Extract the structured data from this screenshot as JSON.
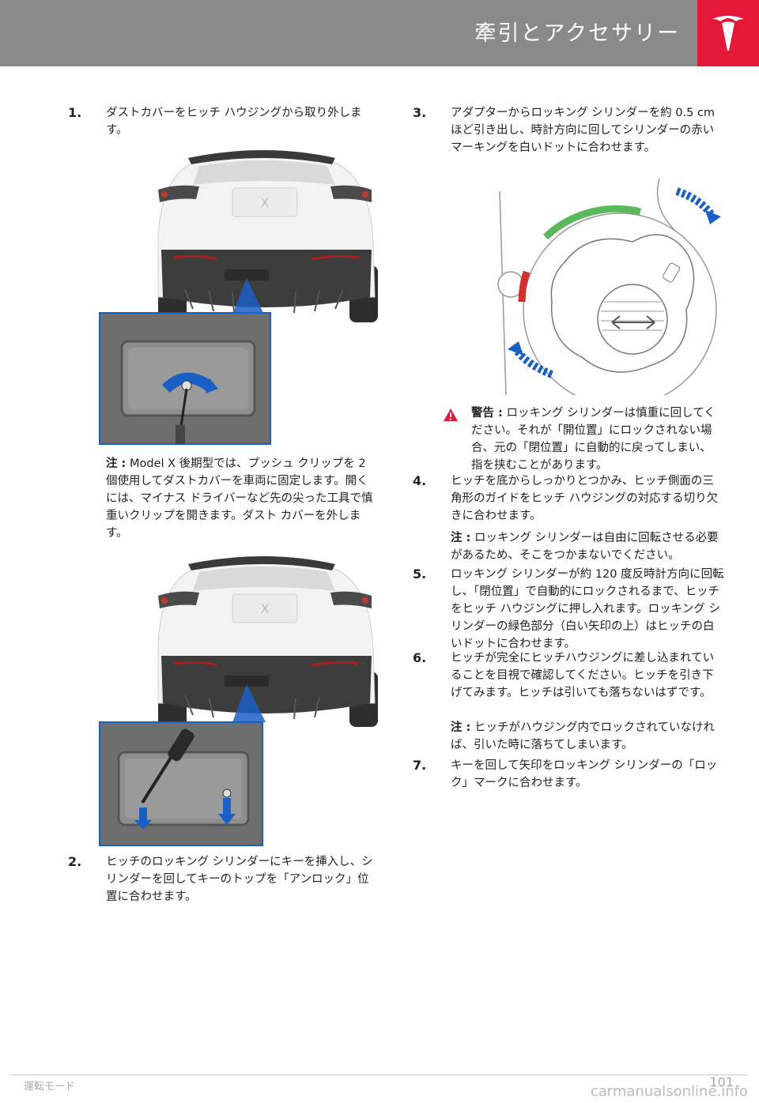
{
  "header": {
    "title": "牽引とアクセサリー",
    "logo_icon": "tesla-t-logo"
  },
  "colors": {
    "header_bg": "#8a8a8a",
    "brand_red": "#e31937",
    "callout_blue": "#1a5fc4"
  },
  "steps": [
    {
      "num": "1.",
      "text": "ダストカバーをヒッチ ハウジングから取り外します。"
    },
    {
      "num": "2.",
      "text": "ヒッチのロッキング シリンダーにキーを挿入し、シリンダーを回してキーのトップを「アンロック」位置に合わせます。"
    },
    {
      "num": "3.",
      "text": "アダプターからロッキング シリンダーを約 0.5 cm ほど引き出し、時計方向に回してシリンダーの赤いマーキングを白いドットに合わせます。"
    },
    {
      "num": "4.",
      "text": "ヒッチを底からしっかりとつかみ、ヒッチ側面の三角形のガイドをヒッチ ハウジングの対応する切り欠きに合わせます。"
    },
    {
      "num": "5.",
      "text": "ロッキング シリンダーが約 120 度反時計方向に回転し、「閉位置」で自動的にロックされるまで、ヒッチをヒッチ ハウジングに押し入れます。ロッキング シリンダーの緑色部分（白い矢印の上）はヒッチの白いドットに合わせます。"
    },
    {
      "num": "6.",
      "text": "ヒッチが完全にヒッチハウジングに差し込まれていることを目視で確認してください。ヒッチを引き下げてみます。ヒッチは引いても落ちないはずです。"
    },
    {
      "num": "7.",
      "text": "キーを回して矢印をロッキング シリンダーの「ロック」マークに合わせます。"
    }
  ],
  "notes": {
    "label": "注 :",
    "note1": "Model X 後期型では、プッシュ クリップを 2 個使用してダストカバーを車両に固定します。開くには、マイナス ドライバーなど先の尖った工具で慎重いクリップを開きます。ダスト カバーを外します。",
    "note2": "ロッキング シリンダーは自由に回転させる必要があるため、そこをつかまないでください。",
    "note3": "ヒッチがハウジング内でロックされていなければ、引いた時に落ちてしまいます。"
  },
  "warning": {
    "label": "警告 :",
    "text": "ロッキング シリンダーは慎重に回してください。それが「開位置」にロックされない場合、元の「閉位置」に自動的に戻ってしまい、指を挟むことがあります。",
    "icon": "warning-triangle-icon"
  },
  "footer": {
    "section": "運転モード",
    "page": "101"
  },
  "watermark": "carmanualsonline.info"
}
